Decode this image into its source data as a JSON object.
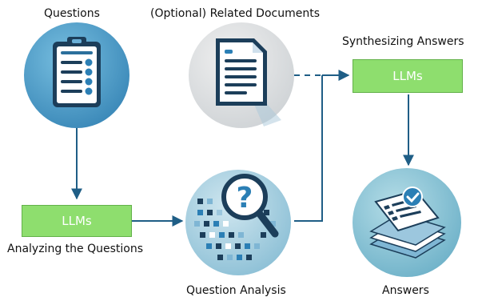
{
  "labels": {
    "questions": "Questions",
    "related_documents": "(Optional) Related Documents",
    "synthesizing_answers": "Synthesizing Answers",
    "analyzing_questions": "Analyzing the Questions",
    "question_analysis": "Question Analysis",
    "answers": "Answers"
  },
  "boxes": {
    "llms_analyze": "LLMs",
    "llms_synthesize": "LLMs"
  },
  "colors": {
    "llm_box": "#8ede6e",
    "arrow": "#1f5e86",
    "circle_blue": "#4a9bc6",
    "circle_grey": "#d9d9d9"
  },
  "icons": [
    "clipboard-checklist-icon",
    "document-icon",
    "magnifier-question-icon",
    "answer-stack-icon"
  ]
}
